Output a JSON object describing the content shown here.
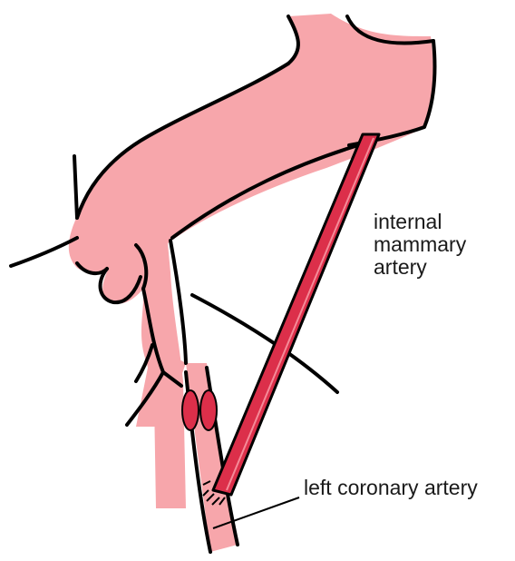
{
  "labels": {
    "internal_mammary": [
      "internal",
      "mammary",
      "artery"
    ],
    "left_coronary": "left coronary artery"
  },
  "colors": {
    "vessel_fill": "#f7a6ab",
    "graft_fill": "#dc2f4a",
    "outline": "#000000",
    "background": "#ffffff"
  }
}
